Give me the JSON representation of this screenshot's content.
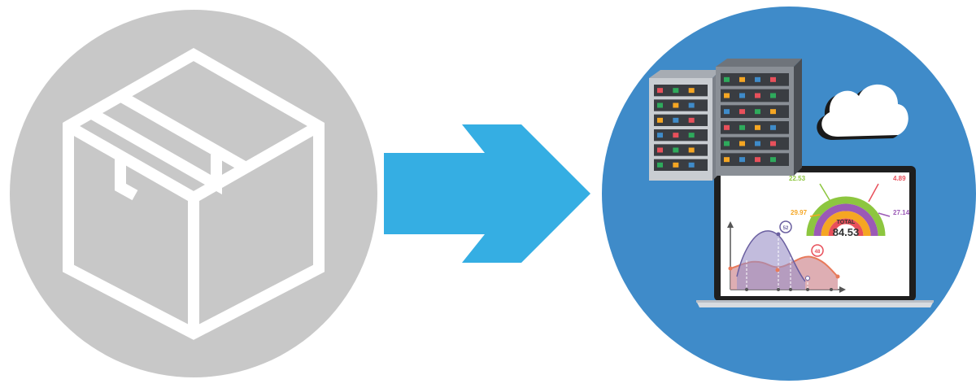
{
  "colors": {
    "left_circle": "#c8c8c8",
    "box_outline": "#ffffff",
    "arrow": "#35aee3",
    "right_circle": "#3f8bc9",
    "gauge_green": "#8dc63f",
    "gauge_purple": "#9b59b6",
    "gauge_orange": "#f5a623",
    "gauge_red": "#e8505b"
  },
  "icons": {
    "left": "package-box-icon",
    "arrow": "arrow-right-icon",
    "servers": "server-rack-icon",
    "cloud": "cloud-icon",
    "laptop": "laptop-icon"
  },
  "dashboard": {
    "gauge_labels": {
      "top_left": "22.53",
      "top_right": "4.89",
      "mid_left": "29.97",
      "mid_right": "27.14"
    },
    "total_label": "TOTAL",
    "total_value": "84.53",
    "bubble_left": "52",
    "bubble_right": "48"
  }
}
